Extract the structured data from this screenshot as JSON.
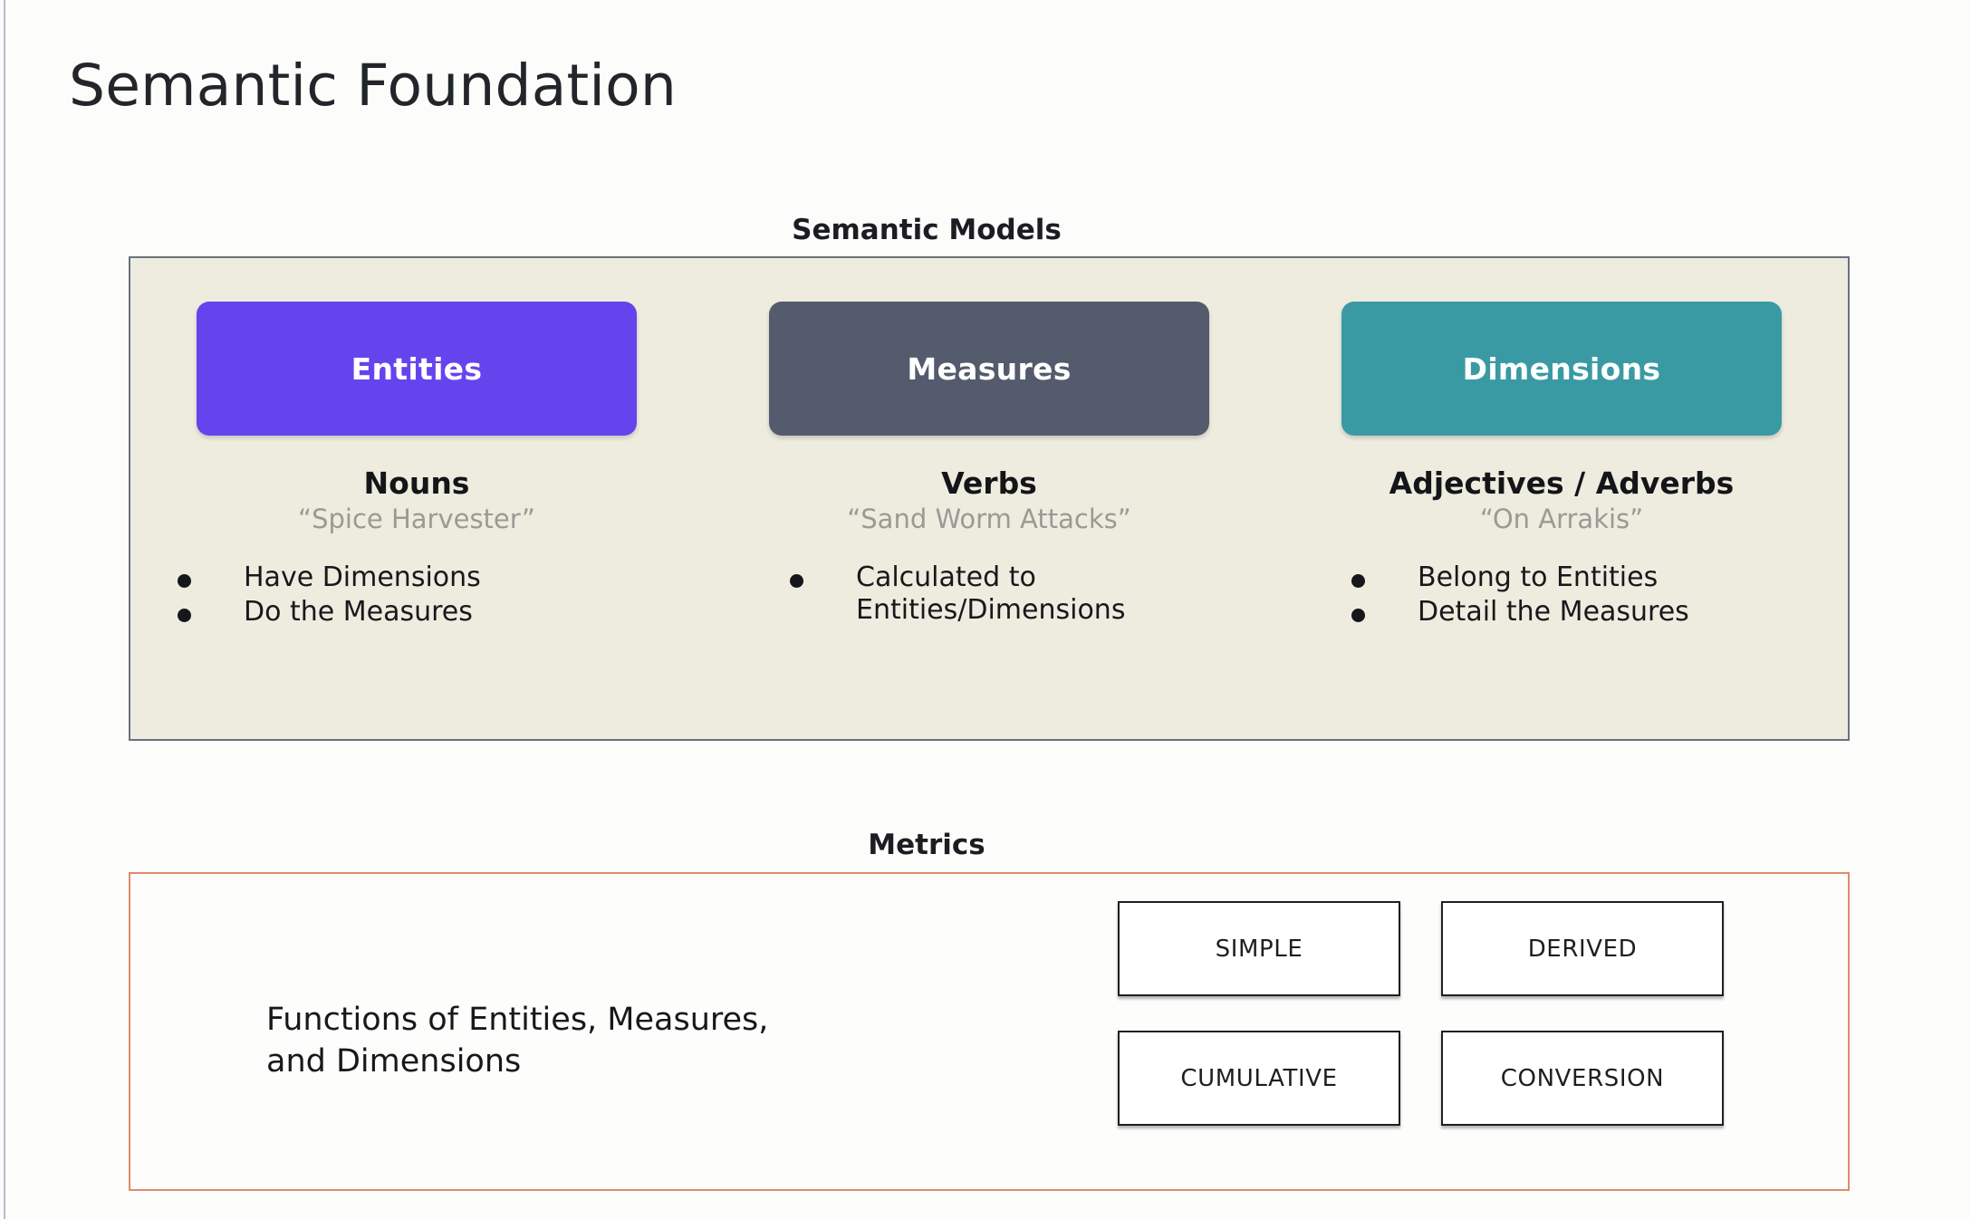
{
  "slide": {
    "title": "Semantic Foundation"
  },
  "semantic_models": {
    "heading": "Semantic Models",
    "panel_bg": "#eeecdf",
    "panel_border": "#6b707e",
    "columns": [
      {
        "chip_label": "Entities",
        "chip_color": "#6544ee",
        "part_of_speech": "Nouns",
        "example": "“Spice Harvester”",
        "bullets": [
          "Have Dimensions",
          "Do the Measures"
        ]
      },
      {
        "chip_label": "Measures",
        "chip_color": "#535b6c",
        "part_of_speech": "Verbs",
        "example": "“Sand Worm Attacks”",
        "bullets": [
          "Calculated to\nEntities/Dimensions"
        ]
      },
      {
        "chip_label": "Dimensions",
        "chip_color": "#3a9aa4",
        "part_of_speech": "Adjectives / Adverbs",
        "example": "“On Arrakis”",
        "bullets": [
          "Belong to Entities",
          "Detail the Measures"
        ]
      }
    ]
  },
  "metrics": {
    "heading": "Metrics",
    "panel_border": "#e08a6e",
    "description": "Functions of Entities, Measures,\nand Dimensions",
    "types": [
      "SIMPLE",
      "DERIVED",
      "CUMULATIVE",
      "CONVERSION"
    ]
  }
}
